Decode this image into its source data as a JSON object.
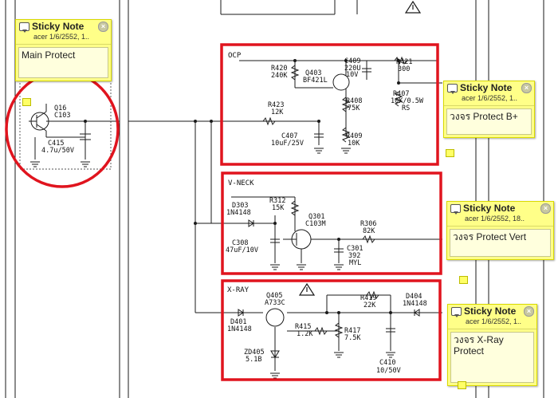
{
  "sections": {
    "ocp": "OCP",
    "vneck": "V-NECK",
    "xray": "X-RAY"
  },
  "components": {
    "q16": [
      "Q16",
      "C103"
    ],
    "c415": [
      "C415",
      "4.7u/50V"
    ],
    "r420": [
      "R420",
      "240K"
    ],
    "q403": [
      "Q403",
      "BF421L"
    ],
    "c409": [
      "C409",
      "220U",
      "10V"
    ],
    "r421": [
      "R421",
      "300"
    ],
    "r423": [
      "R423",
      "12K"
    ],
    "r408": [
      "R408",
      "75K"
    ],
    "r407": [
      "R407",
      "10K/0.5W",
      "RS"
    ],
    "c407": [
      "C407",
      "10uF/25V"
    ],
    "r409": [
      "R409",
      "10K"
    ],
    "d303": [
      "D303",
      "1N4148"
    ],
    "r312": [
      "R312",
      "15K"
    ],
    "q301": [
      "Q301",
      "C103M"
    ],
    "r306": [
      "R306",
      "82K"
    ],
    "c308": [
      "C308",
      "47uF/10V"
    ],
    "c301": [
      "C301",
      "392",
      "MYL"
    ],
    "q405": [
      "Q405",
      "A733C"
    ],
    "r419": [
      "R419",
      "22K"
    ],
    "d404": [
      "D404",
      "1N4148"
    ],
    "d401": [
      "D401",
      "1N4148"
    ],
    "r415": [
      "R415",
      "1.2K"
    ],
    "r417": [
      "R417",
      "7.5K"
    ],
    "zd405": [
      "ZD405",
      "5.1B"
    ],
    "c410": [
      "C410",
      "10/50V"
    ]
  },
  "notes": [
    {
      "title": "Sticky Note",
      "meta": "acer 1/6/2552, 1..",
      "body": "Main Protect"
    },
    {
      "title": "Sticky Note",
      "meta": "acer 1/6/2552, 1..",
      "body": "วงจร Protect B+"
    },
    {
      "title": "Sticky Note",
      "meta": "acer 1/6/2552, 18..",
      "body": "วงจร Protect Vert"
    },
    {
      "title": "Sticky Note",
      "meta": "acer 1/6/2552, 1..",
      "body": "วงจร X-Ray Protect"
    }
  ],
  "note_close_glyph": "×",
  "colors": {
    "highlight": "#e0141e",
    "note": "#ffff88",
    "wire": "#1a1a1a"
  }
}
